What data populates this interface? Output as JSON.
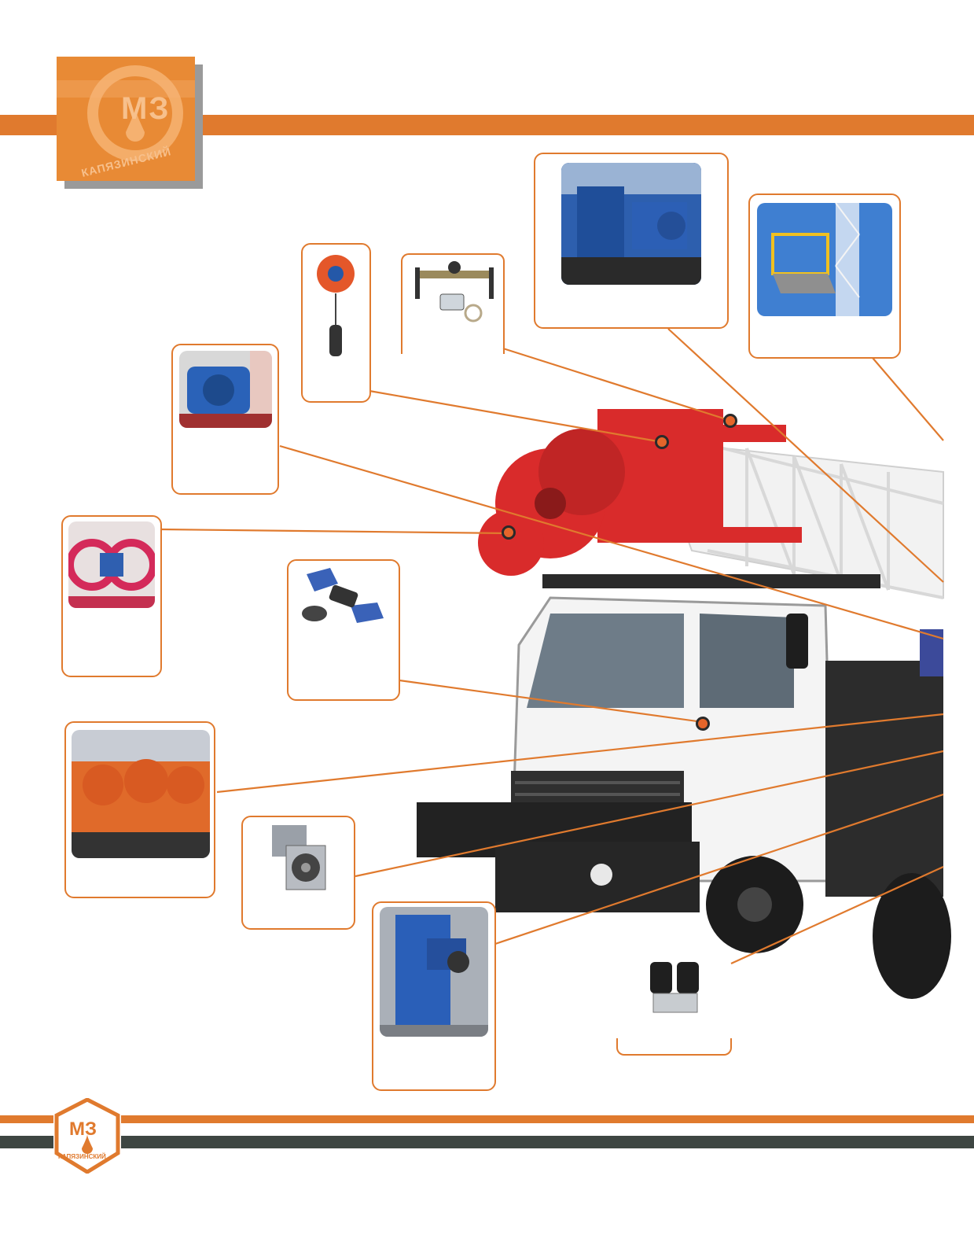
{
  "branding": {
    "logo_monogram": "МЗ",
    "logo_wordmark": "КАПЯЗИНСКИЙ",
    "footer_logo_monogram": "МЗ",
    "footer_logo_wordmark": "КАПЯЗИНСКИЙ"
  },
  "colors": {
    "accent_orange": "#e07a2e",
    "footer_dark": "#3e4642",
    "marker": "#e5652a",
    "rig_red": "#d92b2b",
    "equipment_blue": "#2a62b8"
  },
  "callouts": [
    {
      "id": "mast-drive-photo",
      "icon": "blue-drive-assembly"
    },
    {
      "id": "work-platform-photo",
      "icon": "mast-platform"
    },
    {
      "id": "load-indicator-photo",
      "icon": "weight-indicator-sensor"
    },
    {
      "id": "fall-arrester-photo",
      "icon": "fall-arrester"
    },
    {
      "id": "hoist-winch-photo",
      "icon": "blue-winch"
    },
    {
      "id": "drawworks-drum-photo",
      "icon": "red-drum"
    },
    {
      "id": "gps-antenna-photo",
      "icon": "satellite"
    },
    {
      "id": "drum-assembly-photo",
      "icon": "orange-drums"
    },
    {
      "id": "oil-cooler-photo",
      "icon": "oil-cooler"
    },
    {
      "id": "gearbox-photo",
      "icon": "blue-gearbox"
    },
    {
      "id": "air-dryer-photo",
      "icon": "air-dryer"
    }
  ],
  "hero": {
    "icon": "service-rig-truck"
  }
}
